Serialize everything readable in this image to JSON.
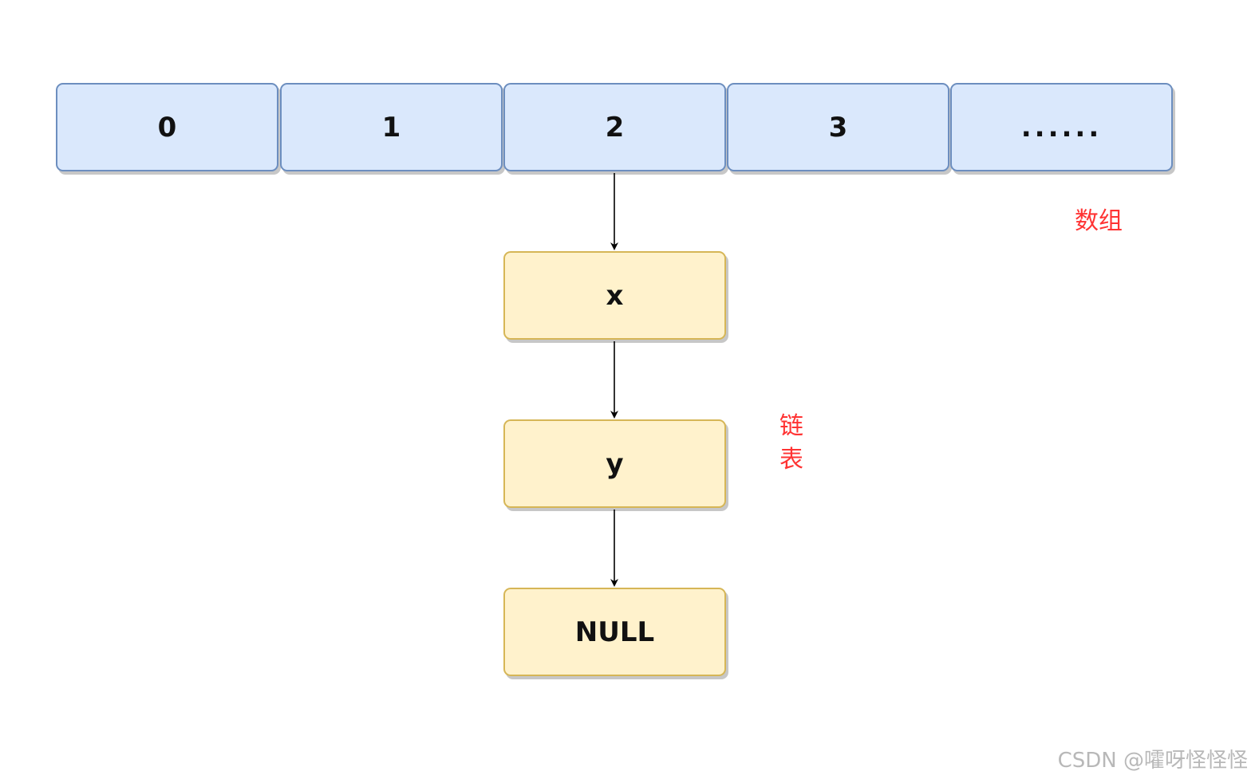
{
  "array": {
    "cells": [
      "0",
      "1",
      "2",
      "3",
      "......"
    ],
    "label": "数组",
    "fill": "#dae8fc",
    "stroke": "#6c8ebf"
  },
  "linked_list": {
    "nodes": [
      "x",
      "y",
      "NULL"
    ],
    "label": "链表",
    "fill": "#fff2cc",
    "stroke": "#d6b656",
    "attached_to_index": "2"
  },
  "colors": {
    "label_red": "#ff3333",
    "arrow": "#000000"
  },
  "watermark": "CSDN @嚯呀怪怪怪"
}
